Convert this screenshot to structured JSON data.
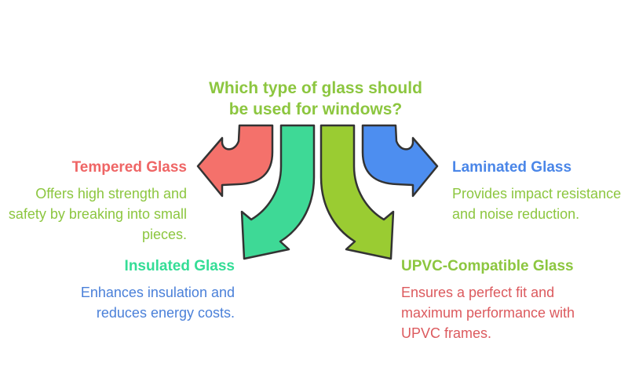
{
  "title": {
    "text": "Which type of glass should be used for windows?",
    "color": "#8CC63F"
  },
  "canvas": {
    "background": "#FFFFFF",
    "arrow_outline": "#333333"
  },
  "sections": {
    "tempered": {
      "label": "Tempered Glass",
      "label_color": "#EF6565",
      "description": "Offers high strength and safety by breaking into small pieces.",
      "description_color": "#8CC63F",
      "arrow_color": "#F4716B",
      "arrow_direction": "curved-left"
    },
    "laminated": {
      "label": "Laminated Glass",
      "label_color": "#4A86E8",
      "description": "Provides impact resistance and noise reduction.",
      "description_color": "#8CC63F",
      "arrow_color": "#4D8EF0",
      "arrow_direction": "curved-right"
    },
    "insulated": {
      "label": "Insulated Glass",
      "label_color": "#34DD96",
      "description": "Enhances insulation and reduces energy costs.",
      "description_color": "#4A80D9",
      "arrow_color": "#3ED996",
      "arrow_direction": "curved-down-left"
    },
    "upvc": {
      "label": "UPVC-Compatible Glass",
      "label_color": "#8CC63F",
      "description": "Ensures a perfect fit and maximum performance with UPVC frames.",
      "description_color": "#DC5A5E",
      "arrow_color": "#9ACC32",
      "arrow_direction": "curved-down-right"
    }
  }
}
